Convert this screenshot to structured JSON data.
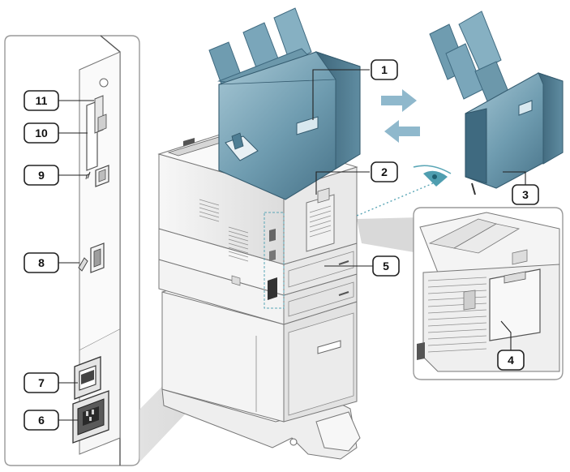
{
  "callouts": [
    {
      "id": "1",
      "label": "1"
    },
    {
      "id": "2",
      "label": "2"
    },
    {
      "id": "3",
      "label": "3"
    },
    {
      "id": "4",
      "label": "4"
    },
    {
      "id": "5",
      "label": "5"
    },
    {
      "id": "6",
      "label": "6"
    },
    {
      "id": "7",
      "label": "7"
    },
    {
      "id": "8",
      "label": "8"
    },
    {
      "id": "9",
      "label": "9"
    },
    {
      "id": "10",
      "label": "10"
    },
    {
      "id": "11",
      "label": "11"
    }
  ],
  "colors": {
    "finisher_blue": "#4f7e94",
    "finisher_blue_light": "#9cc0cf",
    "body_light": "#f3f3f3",
    "body_shadow": "#d4d4d4",
    "panel_bg": "#ffffff",
    "arrow_blue": "#8fb8cc",
    "dotted_teal": "#5aa6b6"
  },
  "icons": [
    "usb-port-icon",
    "network-port-icon",
    "power-switch-icon",
    "power-socket-icon",
    "eye-icon",
    "arrow-right-icon",
    "arrow-left-icon"
  ]
}
